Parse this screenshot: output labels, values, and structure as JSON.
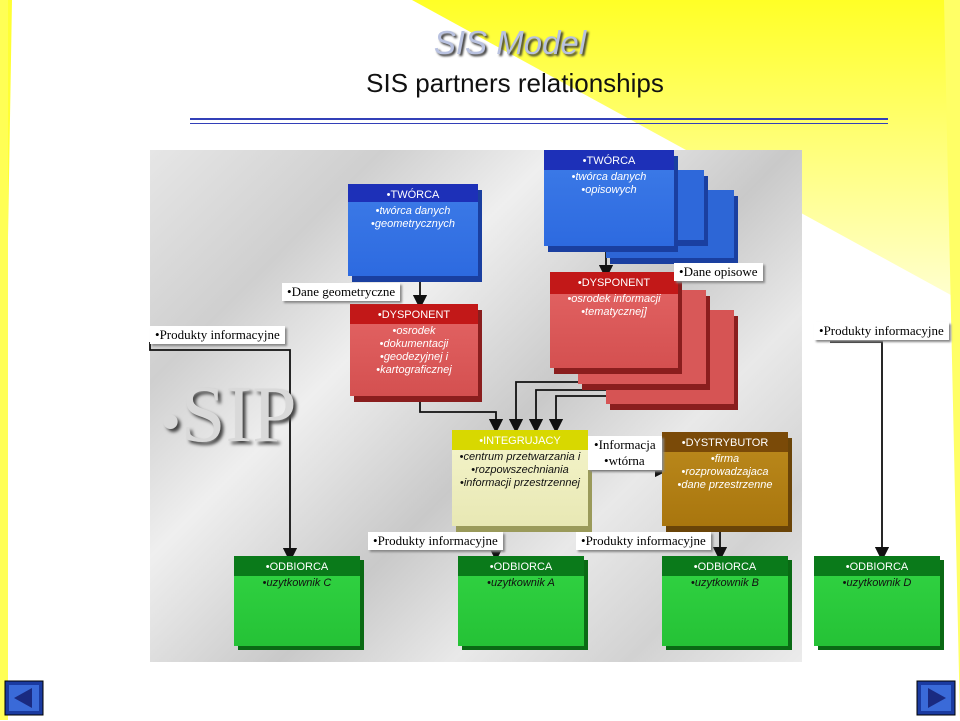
{
  "title": "SIS Model",
  "subtitle": "SIS partners relationships",
  "sip": "SIP",
  "labels": {
    "dane_geometryczne": "Dane geometryczne",
    "dane_opisowe": "Dane opisowe",
    "produkty_left": "Produkty informacyjne",
    "produkty_right": "Produkty informacyjne",
    "produkty_mid1": "Produkty informacyjne",
    "produkty_mid2": "Produkty informacyjne",
    "informacja_wtorna_1": "Informacja",
    "informacja_wtorna_2": "wtórna"
  },
  "tworca_geo": {
    "head": "TWÓRCA",
    "lines": [
      "twórca danych",
      "geometrycznych"
    ]
  },
  "tworca_opis": {
    "head": "TWÓRCA",
    "lines": [
      "twórca danych",
      "opisowych"
    ]
  },
  "dysponent_geo": {
    "head": "DYSPONENT",
    "lines": [
      "osrodek",
      "dokumentacji",
      "geodezyjnej i",
      "kartograficznej"
    ]
  },
  "dysponent_tem": {
    "head": "DYSPONENT",
    "lines": [
      "osrodek informacji",
      "tematycznej]"
    ]
  },
  "integrujacy": {
    "head": "INTEGRUJACY",
    "lines": [
      "centrum przetwarzania i",
      "rozpowszechniania",
      "informacji przestrzennej"
    ]
  },
  "dystrybutor": {
    "head": "DYSTRYBUTOR",
    "lines": [
      "firma",
      "rozprowadzajaca",
      "dane przestrzenne"
    ]
  },
  "odbiorcy": [
    {
      "head": "ODBIORCA",
      "line": "uzytkownik C"
    },
    {
      "head": "ODBIORCA",
      "line": "uzytkownik A"
    },
    {
      "head": "ODBIORCA",
      "line": "uzytkownik B"
    },
    {
      "head": "ODBIORCA",
      "line": "uzytkownik D"
    }
  ],
  "colors": {
    "blue": "#2f6be0",
    "red": "#d85a5a",
    "yellow": "#eeeec0",
    "brown": "#b07a10",
    "green": "#2ecc40",
    "title": "#b9c2e0"
  },
  "nav": [
    "previous-slide-icon",
    "next-slide-icon"
  ]
}
